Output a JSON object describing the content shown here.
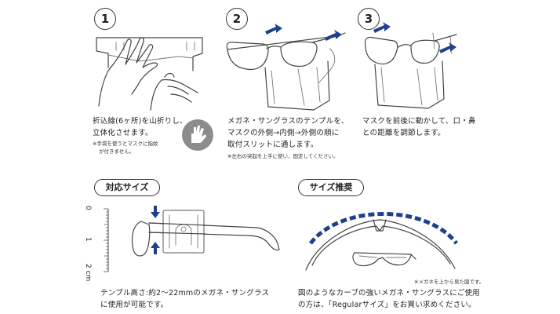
{
  "steps": [
    {
      "number": "1",
      "text_line1": "折込線(6ヶ所)を山折りし、",
      "text_line2": "立体化させます。",
      "note_line1": "※手袋を使うとマスクに指紋",
      "note_line2": "が付きません。"
    },
    {
      "number": "2",
      "text_line1": "メガネ・サングラスのテンプルを、",
      "text_line2": "マスクの外側→内側→外側の順に",
      "text_line3": "取付スリットに通します。",
      "note_line1": "※左右の突起を上手に使い、固定してください。"
    },
    {
      "number": "3",
      "text_line1": "マスクを前後に動かして、口・鼻",
      "text_line2": "との距離を調節します。"
    }
  ],
  "compatible": {
    "label": "対応サイズ",
    "ruler_ticks": [
      "0",
      "1",
      "2"
    ],
    "ruler_unit": "cm",
    "text_line1": "テンプル高さ:約2～22mmのメガネ・サングラス",
    "text_line2": "に使用が可能です。"
  },
  "recommend": {
    "label": "サイズ推奨",
    "note": "※メガネを上から見た図です。",
    "text_line1": "図のようなカーブの強いメガネ・サングラスにご使用",
    "text_line2": "の方は、「Regularサイズ」をお買い求めください。"
  },
  "colors": {
    "arrow": "#1f3f8f",
    "line": "#444444",
    "dash": "#1f3f8f"
  }
}
